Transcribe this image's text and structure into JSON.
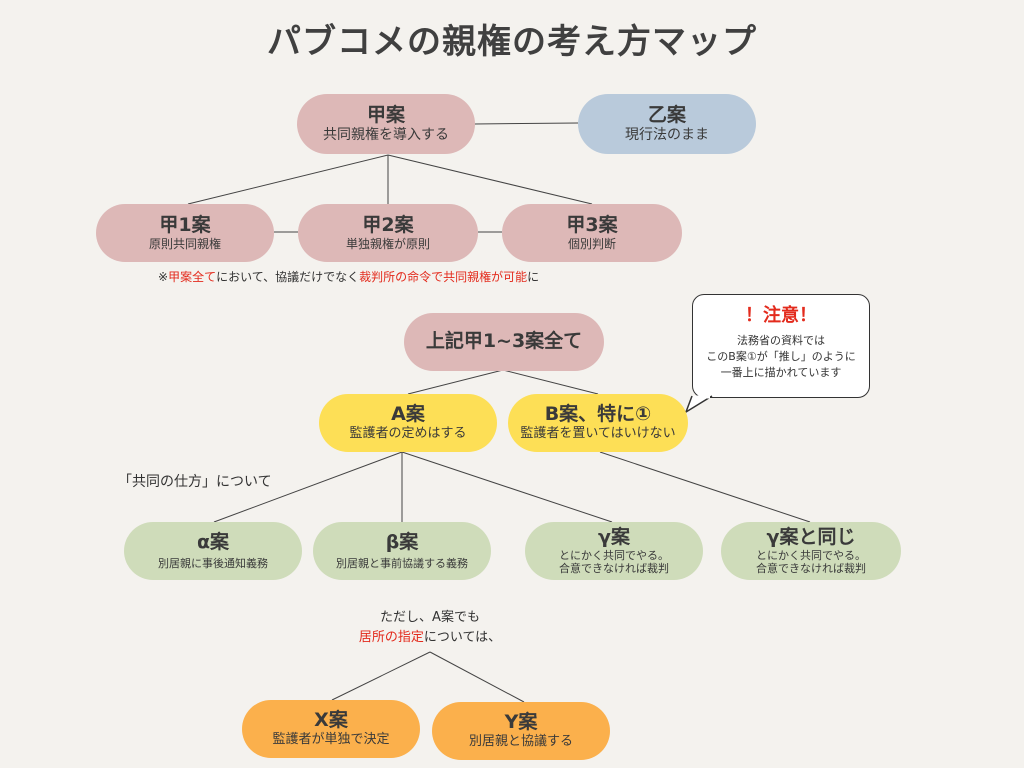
{
  "title": "パブコメの親権の考え方マップ",
  "nodes": {
    "kou": {
      "title": "甲案",
      "sub": "共同親権を導入する"
    },
    "otsu": {
      "title": "乙案",
      "sub": "現行法のまま"
    },
    "kou1": {
      "title": "甲1案",
      "sub": "原則共同親権"
    },
    "kou2": {
      "title": "甲2案",
      "sub": "単独親権が原則"
    },
    "kou3": {
      "title": "甲3案",
      "sub": "個別判断"
    },
    "all": {
      "title": "上記甲1~3案全て"
    },
    "a": {
      "title": "A案",
      "sub": "監護者の定めはする"
    },
    "b": {
      "title": "B案、特に①",
      "sub": "監護者を置いてはいけない"
    },
    "alpha": {
      "title": "α案",
      "sub": "別居親に事後通知義務"
    },
    "beta": {
      "title": "β案",
      "sub": "別居親と事前協議する義務"
    },
    "gamma": {
      "title": "γ案",
      "sub1": "とにかく共同でやる。",
      "sub2": "合意できなければ裁判"
    },
    "gamma_same": {
      "title": "γ案と同じ",
      "sub1": "とにかく共同でやる。",
      "sub2": "合意できなければ裁判"
    },
    "x": {
      "title": "X案",
      "sub": "監護者が単独で決定"
    },
    "y": {
      "title": "Y案",
      "sub": "別居親と協議する"
    }
  },
  "kou_note": {
    "p1": "※",
    "p2": "甲案全て",
    "p3": "において、協議だけでなく",
    "p4": "裁判所の命令で共同親権が可能",
    "p5": "に"
  },
  "callout": {
    "title": "！注意！",
    "line1": "法務省の資料では",
    "line2": "このB案①が「推し」のように",
    "line3": "一番上に描かれています"
  },
  "kyodo_label": "「共同の仕方」について",
  "tadashi": {
    "line1": "ただし、A案でも",
    "p1": "居所の指定",
    "p2": "については、"
  }
}
